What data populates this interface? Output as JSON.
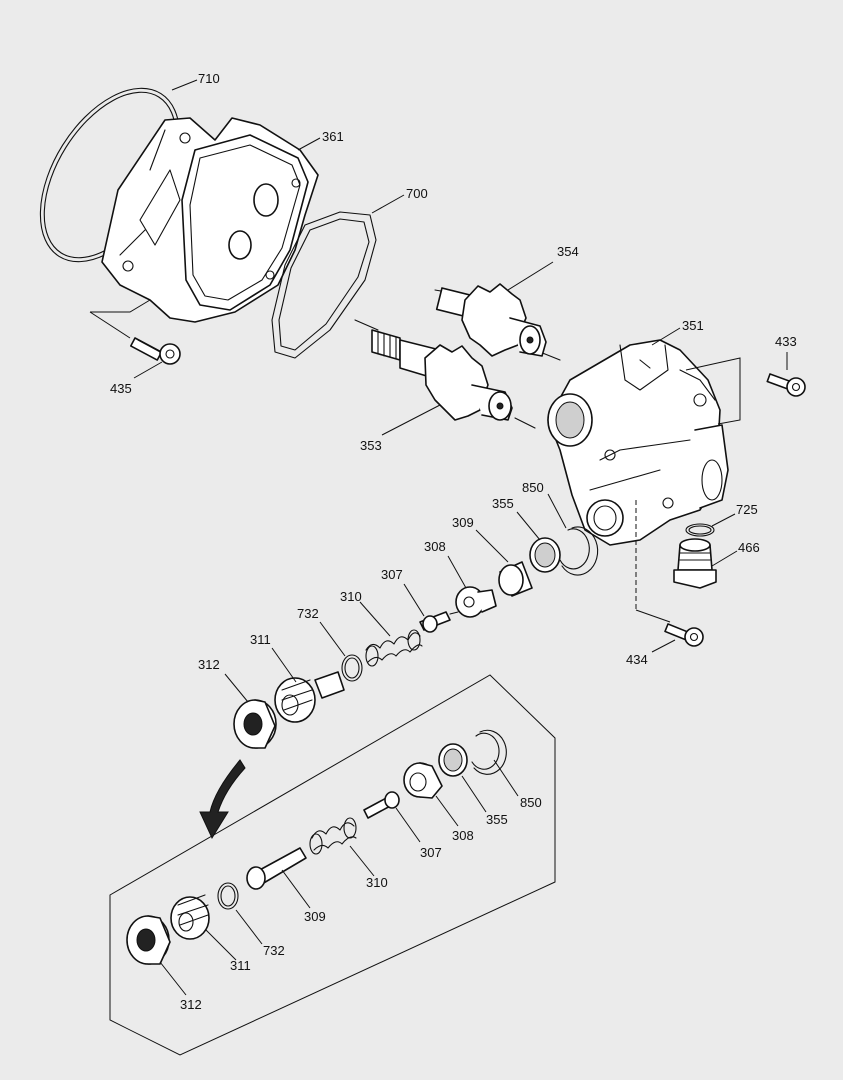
{
  "labels": {
    "p710": "710",
    "p361": "361",
    "p700": "700",
    "p354": "354",
    "p351": "351",
    "p433": "433",
    "p435": "435",
    "p353": "353",
    "p850a": "850",
    "p355a": "355",
    "p309a": "309",
    "p308a": "308",
    "p725": "725",
    "p466": "466",
    "p307a": "307",
    "p310a": "310",
    "p732a": "732",
    "p311a": "311",
    "p312a": "312",
    "p434": "434",
    "p850b": "850",
    "p355b": "355",
    "p308b": "308",
    "p307b": "307",
    "p310b": "310",
    "p309b": "309",
    "p732b": "732",
    "p311b": "311",
    "p312b": "312"
  }
}
